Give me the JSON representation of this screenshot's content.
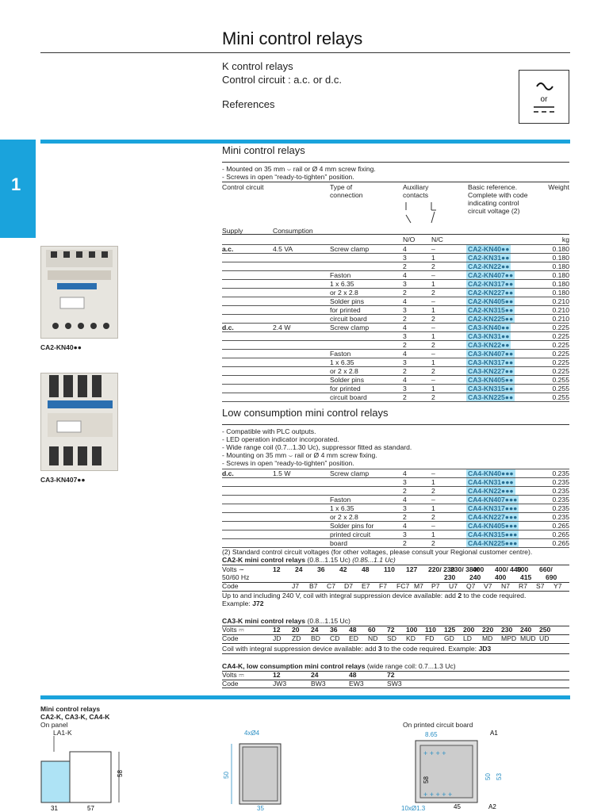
{
  "header": {
    "title": "Mini control relays",
    "subtitle1": "K control relays",
    "subtitle2": "Control circuit : a.c. or d.c.",
    "subtitle3": "References",
    "section_tab": "1",
    "symbol_or": "or"
  },
  "section1": {
    "heading": "Mini control relays",
    "notes": [
      "- Mounted on 35 mm ⌣ rail or Ø 4 mm screw fixing.",
      "- Screws in open “ready-to-tighten” position."
    ],
    "col_control_circuit": "Control circuit",
    "col_type": "Type of",
    "col_type2": "connection",
    "col_aux": "Auxiliary",
    "col_aux2": "contacts",
    "col_basic": "Basic reference.",
    "col_basic2": "Complete with code",
    "col_basic3": "indicating control",
    "col_basic4": "circuit voltage (2)",
    "col_weight": "Weight",
    "col_supply": "Supply",
    "col_consumption": "Consumption",
    "col_no": "N/O",
    "col_nc": "N/C",
    "col_kg": "kg",
    "rows": [
      {
        "supply": "a.c.",
        "cons": "4.5 VA",
        "type": "Screw clamp",
        "no": "4",
        "nc": "–",
        "ref": "CA2-KN40●●",
        "w": "0.180"
      },
      {
        "supply": "",
        "cons": "",
        "type": "",
        "no": "3",
        "nc": "1",
        "ref": "CA2-KN31●●",
        "w": "0.180"
      },
      {
        "supply": "",
        "cons": "",
        "type": "",
        "no": "2",
        "nc": "2",
        "ref": "CA2-KN22●●",
        "w": "0.180"
      },
      {
        "supply": "",
        "cons": "",
        "type": "Faston",
        "no": "4",
        "nc": "–",
        "ref": "CA2-KN407●●",
        "w": "0.180"
      },
      {
        "supply": "",
        "cons": "",
        "type": "1 x 6.35",
        "no": "3",
        "nc": "1",
        "ref": "CA2-KN317●●",
        "w": "0.180"
      },
      {
        "supply": "",
        "cons": "",
        "type": "or 2 x 2.8",
        "no": "2",
        "nc": "2",
        "ref": "CA2-KN227●●",
        "w": "0.180"
      },
      {
        "supply": "",
        "cons": "",
        "type": "Solder pins",
        "no": "4",
        "nc": "–",
        "ref": "CA2-KN405●●",
        "w": "0.210"
      },
      {
        "supply": "",
        "cons": "",
        "type": "for printed",
        "no": "3",
        "nc": "1",
        "ref": "CA2-KN315●●",
        "w": "0.210"
      },
      {
        "supply": "",
        "cons": "",
        "type": "circuit board",
        "no": "2",
        "nc": "2",
        "ref": "CA2-KN225●●",
        "w": "0.210"
      },
      {
        "supply": "d.c.",
        "cons": "2.4 W",
        "type": "Screw clamp",
        "no": "4",
        "nc": "–",
        "ref": "CA3-KN40●●",
        "w": "0.225"
      },
      {
        "supply": "",
        "cons": "",
        "type": "",
        "no": "3",
        "nc": "1",
        "ref": "CA3-KN31●●",
        "w": "0.225"
      },
      {
        "supply": "",
        "cons": "",
        "type": "",
        "no": "2",
        "nc": "2",
        "ref": "CA3-KN22●●",
        "w": "0.225"
      },
      {
        "supply": "",
        "cons": "",
        "type": "Faston",
        "no": "4",
        "nc": "–",
        "ref": "CA3-KN407●●",
        "w": "0.225"
      },
      {
        "supply": "",
        "cons": "",
        "type": "1 x 6.35",
        "no": "3",
        "nc": "1",
        "ref": "CA3-KN317●●",
        "w": "0.225"
      },
      {
        "supply": "",
        "cons": "",
        "type": "or 2 x 2.8",
        "no": "2",
        "nc": "2",
        "ref": "CA3-KN227●●",
        "w": "0.225"
      },
      {
        "supply": "",
        "cons": "",
        "type": "Solder pins",
        "no": "4",
        "nc": "–",
        "ref": "CA3-KN405●●",
        "w": "0.255"
      },
      {
        "supply": "",
        "cons": "",
        "type": "for printed",
        "no": "3",
        "nc": "1",
        "ref": "CA3-KN315●●",
        "w": "0.255"
      },
      {
        "supply": "",
        "cons": "",
        "type": "circuit board",
        "no": "2",
        "nc": "2",
        "ref": "CA3-KN225●●",
        "w": "0.255"
      }
    ]
  },
  "section2": {
    "heading": "Low consumption mini control relays",
    "notes": [
      "- Compatible with PLC outputs.",
      "- LED operation indicator incorporated.",
      "- Wide range coil (0.7...1.30 Uc), suppressor fitted as standard.",
      "- Mounting on 35 mm ⌣ rail or Ø 4 mm screw fixing.",
      "- Screws in open “ready-to-tighten” position."
    ],
    "rows": [
      {
        "supply": "d.c.",
        "cons": "1.5 W",
        "type": "Screw clamp",
        "no": "4",
        "nc": "–",
        "ref": "CA4-KN40●●●",
        "w": "0.235"
      },
      {
        "supply": "",
        "cons": "",
        "type": "",
        "no": "3",
        "nc": "1",
        "ref": "CA4-KN31●●●",
        "w": "0.235"
      },
      {
        "supply": "",
        "cons": "",
        "type": "",
        "no": "2",
        "nc": "2",
        "ref": "CA4-KN22●●●",
        "w": "0.235"
      },
      {
        "supply": "",
        "cons": "",
        "type": "Faston",
        "no": "4",
        "nc": "–",
        "ref": "CA4-KN407●●●",
        "w": "0.235"
      },
      {
        "supply": "",
        "cons": "",
        "type": "1 x 6.35",
        "no": "3",
        "nc": "1",
        "ref": "CA4-KN317●●●",
        "w": "0.235"
      },
      {
        "supply": "",
        "cons": "",
        "type": "or 2 x 2.8",
        "no": "2",
        "nc": "2",
        "ref": "CA4-KN227●●●",
        "w": "0.235"
      },
      {
        "supply": "",
        "cons": "",
        "type": "Solder pins for",
        "no": "4",
        "nc": "–",
        "ref": "CA4-KN405●●●",
        "w": "0.265"
      },
      {
        "supply": "",
        "cons": "",
        "type": "printed circuit",
        "no": "3",
        "nc": "1",
        "ref": "CA4-KN315●●●",
        "w": "0.265"
      },
      {
        "supply": "",
        "cons": "",
        "type": "board",
        "no": "2",
        "nc": "2",
        "ref": "CA4-KN225●●●",
        "w": "0.265"
      }
    ]
  },
  "voltages": {
    "note": "(2)  Standard control circuit voltages (for other voltages, please consult your Regional customer centre).",
    "ca2_title": "CA2-K mini control relays",
    "ca2_range": "(0.8...1.15 Uc)",
    "ca2_range2": "(0.85...1.1 Uc)",
    "volts_label": "Volts ∼",
    "hz_label": "50/60 Hz",
    "code_label": "Code",
    "ca2_volts": [
      "12",
      "24",
      "36",
      "42",
      "48",
      "110",
      "127",
      "220/ 230",
      "230/ 380/",
      "400",
      "400/ 440",
      "500",
      "660/"
    ],
    "ca2_volts_line2": [
      "230",
      "240",
      "400",
      "415",
      "690"
    ],
    "ca2_codes": [
      "J7",
      "B7",
      "C7",
      "D7",
      "E7",
      "F7",
      "FC7",
      "M7",
      "P7",
      "U7",
      "Q7",
      "V7",
      "N7",
      "R7",
      "S7",
      "Y7"
    ],
    "ca2_line1": "Up to and including 240 V, coil with integral suppression device available: add",
    "ca2_line1_bold": "2",
    "ca2_line1_end": "to the code required.",
    "ca2_example": "Example:",
    "ca2_example_code": "J72",
    "ca3_title": "CA3-K mini control relays",
    "ca3_range": "(0.8...1.15 Uc)",
    "volts_dc_label": "Volts ⎓",
    "ca3_volts": [
      "12",
      "20",
      "24",
      "36",
      "48",
      "60",
      "72",
      "100",
      "110",
      "125",
      "200",
      "220",
      "230",
      "240",
      "250"
    ],
    "ca3_codes": [
      "JD",
      "ZD",
      "BD",
      "CD",
      "ED",
      "ND",
      "SD",
      "KD",
      "FD",
      "GD",
      "LD",
      "MD",
      "MPD",
      "MUD",
      "UD"
    ],
    "ca3_line": "Coil with integral suppression device available: add",
    "ca3_line_bold": "3",
    "ca3_line_end": "to the code required. Example:",
    "ca3_example_code": "JD3",
    "ca4_title": "CA4-K, low consumption mini control relays",
    "ca4_range": "(wide range coil: 0.7...1.3 Uc)",
    "ca4_volts": [
      "12",
      "24",
      "48",
      "72"
    ],
    "ca4_codes": [
      "JW3",
      "BW3",
      "EW3",
      "SW3"
    ]
  },
  "images": {
    "caption1": "CA2-KN40●●",
    "caption2": "CA3-KN407●●"
  },
  "dimensions": {
    "title": "Mini control relays",
    "subtitle": "CA2-K, CA3-K, CA4-K",
    "on_panel": "On panel",
    "la1k": "LA1-K",
    "dim_58": "58",
    "dim_31": "31",
    "dim_57": "57",
    "dim_4xo4": "4xØ4",
    "dim_50": "50",
    "dim_35": "35",
    "pcb_label": "On printed circuit board",
    "dim_a1": "A1",
    "dim_865": "8.65",
    "dim_53": "53",
    "dim_10xo13": "10xØ1.3",
    "dim_45": "45",
    "dim_a2": "A2"
  }
}
